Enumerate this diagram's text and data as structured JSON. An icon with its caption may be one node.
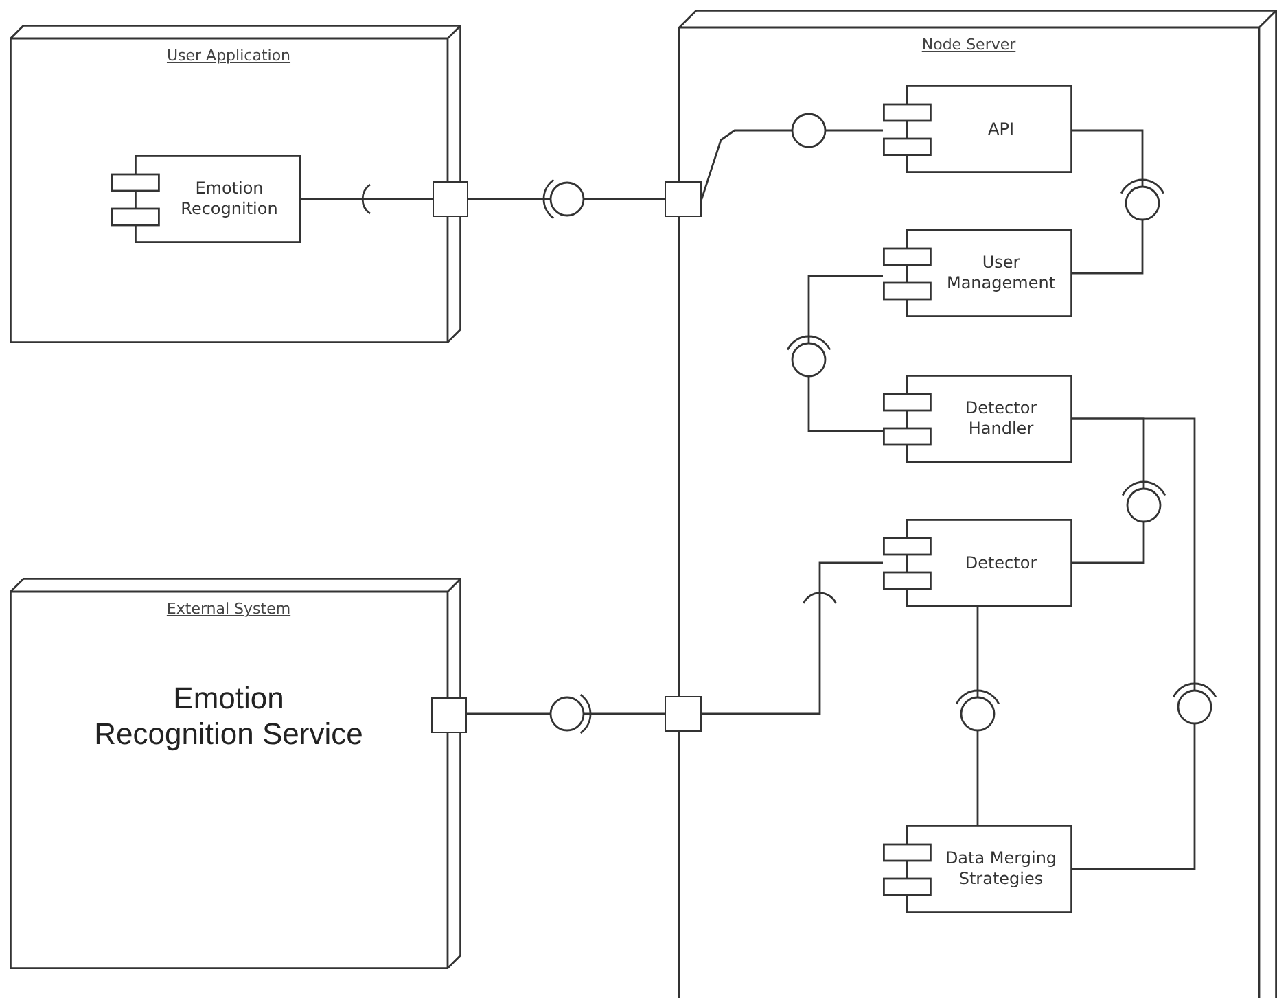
{
  "diagram": {
    "nodes": [
      {
        "text": [
          "User Application"
        ]
      },
      {
        "text": [
          "Emotion Recognition"
        ],
        "in": 0
      },
      {
        "text": [],
        "shape": "box"
      },
      {
        "text": [
          "External System",
          "Emotion Recognition Service"
        ]
      },
      {
        "text": [],
        "shape": "box"
      },
      {
        "text": [
          "Node Server"
        ]
      },
      {
        "text": [],
        "shape": "box"
      },
      {
        "text": [],
        "shape": "box"
      },
      {
        "text": [
          "API"
        ],
        "in": 5
      },
      {
        "text": [
          "User Management"
        ],
        "in": 5
      },
      {
        "text": [
          "Detector Handler"
        ],
        "in": 5
      },
      {
        "text": [
          "Detector"
        ],
        "in": 5
      },
      {
        "text": [
          "Data Merging Strategies"
        ],
        "in": 5
      }
    ],
    "edges": [
      {
        "from": 1,
        "to": 2,
        "arrow": "none"
      },
      {
        "from": 2,
        "to": 6,
        "arrow": "none"
      },
      {
        "from": 6,
        "to": 8,
        "arrow": "none"
      },
      {
        "from": 8,
        "to": 9,
        "arrow": "none"
      },
      {
        "from": 9,
        "to": 10,
        "arrow": "none"
      },
      {
        "from": 10,
        "to": 11,
        "arrow": "none"
      },
      {
        "from": 10,
        "to": 12,
        "arrow": "none"
      },
      {
        "from": 4,
        "to": 7,
        "arrow": "none"
      },
      {
        "from": 7,
        "to": 11,
        "arrow": "none"
      },
      {
        "from": 11,
        "to": 12,
        "arrow": "none"
      }
    ]
  }
}
